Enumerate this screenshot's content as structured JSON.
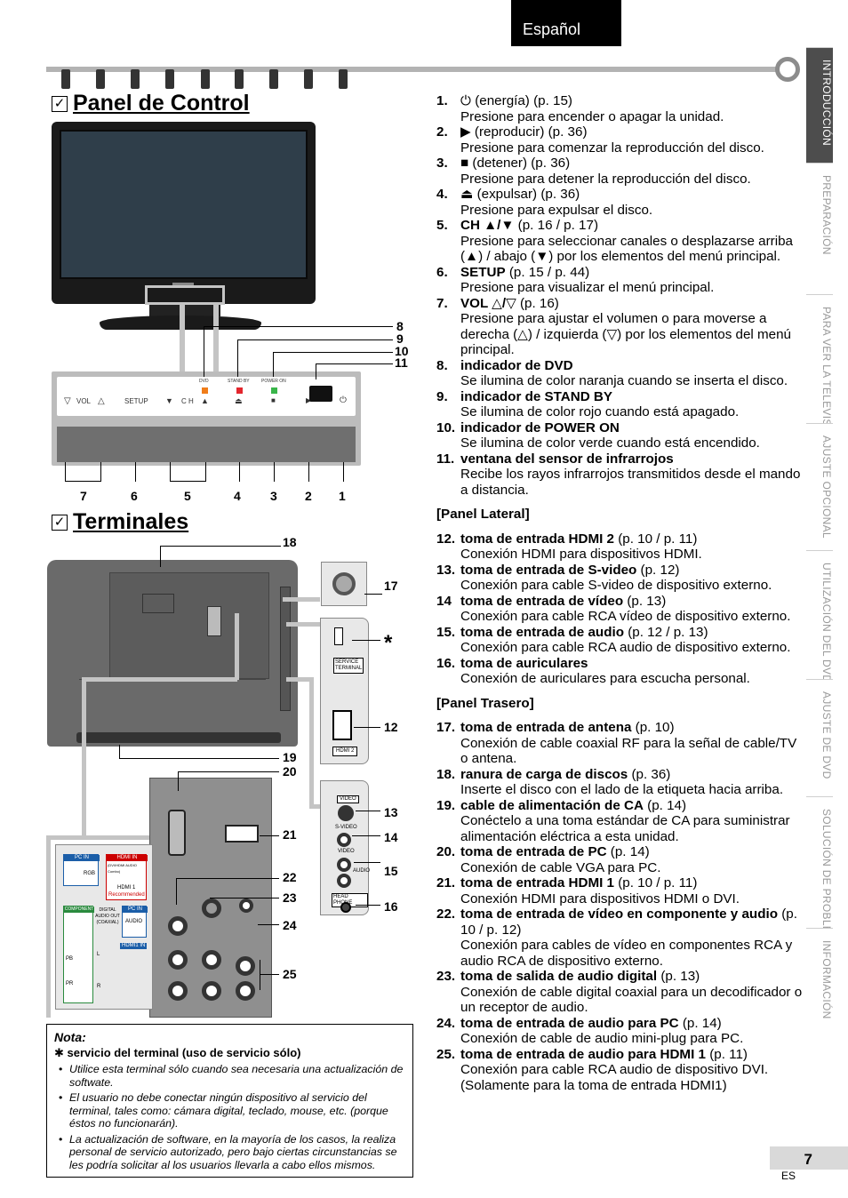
{
  "header": {
    "language_tab": "Español"
  },
  "side_nav": [
    {
      "label": "INTRODUCCIÓN",
      "active": true,
      "height": 130
    },
    {
      "label": "PREPARACIÓN",
      "active": false,
      "height": 148
    },
    {
      "label": "PARA VER LA TELEVISIÓN",
      "active": false,
      "height": 145
    },
    {
      "label": "AJUSTE OPCIONAL",
      "active": false,
      "height": 143
    },
    {
      "label": "UTILIZACIÓN DEL DVD",
      "active": false,
      "height": 145
    },
    {
      "label": "AJUSTE DE DVD",
      "active": false,
      "height": 132
    },
    {
      "label": "SOLUCIÓN DE PROBLEMAS",
      "active": false,
      "height": 148
    },
    {
      "label": "INFORMACIÓN",
      "active": false,
      "height": 134
    }
  ],
  "sections": {
    "control_panel_title": "Panel de Control",
    "terminals_title": "Terminales",
    "checkbox_glyph": "✓"
  },
  "control_panel": {
    "labels": {
      "vol": "VOL",
      "setup": "SETUP",
      "ch": "C H",
      "dvd": "DVD",
      "stand_by": "STAND BY",
      "power_on": "POWER ON"
    },
    "callouts_bottom": [
      "7",
      "6",
      "5",
      "4",
      "3",
      "2",
      "1"
    ],
    "callouts_right": [
      "8",
      "9",
      "10",
      "11"
    ],
    "led_colors": {
      "dvd": "#f07d1a",
      "stand_by": "#e3262d",
      "power_on": "#39b54a"
    }
  },
  "terminals": {
    "callouts": [
      "18",
      "17",
      "*",
      "12",
      "19",
      "20",
      "13",
      "21",
      "14",
      "15",
      "22",
      "23",
      "16",
      "24",
      "25"
    ],
    "labels": {
      "service_terminal": "SERVICE TERMINAL",
      "hdmi2": "HDMI 2",
      "video": "VIDEO",
      "s_video": "S-VIDEO",
      "audio": "AUDIO",
      "head_phone": "HEAD PHONE",
      "pc_in": "PC IN",
      "rgb": "RGB",
      "hdmi_in": "HDMI IN",
      "dvi_hdmi_audio": "(DVI/HDMI AUDIO Combo)",
      "hdmi1": "HDMI 1",
      "recommended": "Recommended",
      "component": "COMPONENT",
      "digital_audio_out": "DIGITAL AUDIO OUT (COAXIAL)",
      "pc_in_audio": "PC IN",
      "audio_label": "AUDIO",
      "hdmi1_in": "HDMI1 IN",
      "pb": "PB",
      "pr": "PR",
      "l": "L",
      "r": "R"
    }
  },
  "note": {
    "title": "Nota:",
    "subtitle": "✱ servicio del terminal (uso de servicio sólo)",
    "items": [
      "Utilice esta terminal sólo cuando sea necesaria una actualización de softwate.",
      "El usuario no debe conectar ningún dispositivo al servicio del terminal, tales como: cámara digital, teclado, mouse, etc. (porque éstos no funcionarán).",
      "La actualización de software, en la mayoría de los casos, la realiza personal de servicio autorizado, pero bajo ciertas circunstancias se les podría solicitar al los usuarios llevarla a cabo ellos mismos."
    ]
  },
  "items_a": [
    {
      "n": "1.",
      "head": "⏻",
      "head_bold": false,
      "rest": " (energía) (p. 15)",
      "desc": "Presione para encender o apagar la unidad."
    },
    {
      "n": "2.",
      "head": "▶",
      "head_bold": false,
      "rest": " (reproducir) (p. 36)",
      "desc": "Presione para comenzar la reproducción del disco."
    },
    {
      "n": "3.",
      "head": "■",
      "head_bold": false,
      "rest": " (detener) (p. 36)",
      "desc": "Presione para detener la reproducción del disco."
    },
    {
      "n": "4.",
      "head": "⏏",
      "head_bold": false,
      "rest": " (expulsar) (p. 36)",
      "desc": "Presione para expulsar el disco."
    },
    {
      "n": "5.",
      "head": "CH ▲/▼",
      "head_bold": true,
      "rest": " (p. 16 / p. 17)",
      "desc": "Presione para seleccionar canales o desplazarse arriba (▲) / abajo (▼) por los elementos del menú principal."
    },
    {
      "n": "6.",
      "head": "SETUP",
      "head_bold": true,
      "rest": " (p. 15 / p. 44)",
      "desc": "Presione para visualizar el menú principal."
    },
    {
      "n": "7.",
      "head": "VOL △/▽",
      "head_bold": true,
      "rest": " (p. 16)",
      "desc": "Presione para ajustar el volumen o para moverse a derecha (△) / izquierda (▽) por los elementos del menú principal."
    },
    {
      "n": "8.",
      "head": "indicador de DVD",
      "head_bold": true,
      "rest": "",
      "desc": "Se ilumina de color naranja cuando se inserta el disco."
    },
    {
      "n": "9.",
      "head": "indicador de STAND BY",
      "head_bold": true,
      "rest": "",
      "desc": "Se ilumina de color rojo cuando está apagado."
    },
    {
      "n": "10.",
      "head": "indicador de POWER ON",
      "head_bold": true,
      "rest": "",
      "desc": "Se ilumina de color verde cuando está encendido."
    },
    {
      "n": "11.",
      "head": "ventana del sensor de infrarrojos",
      "head_bold": true,
      "rest": "",
      "desc": "Recibe los rayos infrarrojos transmitidos desde el mando a distancia."
    }
  ],
  "group_side": "[Panel Lateral]",
  "items_b": [
    {
      "n": "12.",
      "head": "toma de entrada HDMI 2",
      "head_bold": true,
      "rest": " (p. 10 / p. 11)",
      "desc": "Conexión HDMI para dispositivos HDMI."
    },
    {
      "n": "13.",
      "head": "toma de entrada de S-video",
      "head_bold": true,
      "rest": " (p. 12)",
      "desc": "Conexión para cable S-video de dispositivo externo."
    },
    {
      "n": "14",
      "head": "toma de entrada de vídeo",
      "head_bold": true,
      "rest": " (p. 13)",
      "desc": "Conexión para cable RCA vídeo de dispositivo externo."
    },
    {
      "n": "15.",
      "head": "toma de entrada de audio",
      "head_bold": true,
      "rest": " (p. 12 / p. 13)",
      "desc": "Conexión para cable RCA audio de dispositivo externo."
    },
    {
      "n": "16.",
      "head": "toma de auriculares",
      "head_bold": true,
      "rest": "",
      "desc": "Conexión de auriculares para escucha personal."
    }
  ],
  "group_back": "[Panel Trasero]",
  "items_c": [
    {
      "n": "17.",
      "head": "toma de entrada de antena",
      "head_bold": true,
      "rest": " (p. 10)",
      "desc": "Conexión de cable coaxial RF para la señal de cable/TV o antena."
    },
    {
      "n": "18.",
      "head": "ranura de carga de discos",
      "head_bold": true,
      "rest": " (p. 36)",
      "desc": "Inserte el disco con el lado de la etiqueta hacia arriba."
    },
    {
      "n": "19.",
      "head": "cable de alimentación de CA",
      "head_bold": true,
      "rest": " (p. 14)",
      "desc": "Conéctelo a una toma estándar de CA para suministrar alimentación eléctrica a esta unidad."
    },
    {
      "n": "20.",
      "head": "toma de entrada de PC",
      "head_bold": true,
      "rest": " (p. 14)",
      "desc": "Conexión de cable VGA para PC."
    },
    {
      "n": "21.",
      "head": "toma de entrada HDMI 1",
      "head_bold": true,
      "rest": " (p. 10 / p. 11)",
      "desc": "Conexión HDMI para dispositivos HDMI o DVI."
    },
    {
      "n": "22.",
      "head": "toma de entrada de vídeo en componente y audio",
      "head_bold": true,
      "rest": " (p. 10 / p. 12)",
      "desc": "Conexión para cables de vídeo en componentes RCA y audio RCA de dispositivo externo."
    },
    {
      "n": "23.",
      "head": "toma de salida de audio digital",
      "head_bold": true,
      "rest": " (p. 13)",
      "desc": "Conexión de cable digital coaxial para un decodificador o un receptor de audio."
    },
    {
      "n": "24.",
      "head": "toma de entrada de audio para PC",
      "head_bold": true,
      "rest": " (p. 14)",
      "desc": "Conexión de cable de audio mini-plug para PC."
    },
    {
      "n": "25.",
      "head": "toma de entrada de audio para HDMI 1",
      "head_bold": true,
      "rest": " (p. 11)",
      "desc": "Conexión para cable RCA audio de dispositivo DVI. (Solamente para la toma de entrada HDMI1)"
    }
  ],
  "footer": {
    "page_number": "7",
    "lang_code": "ES"
  }
}
